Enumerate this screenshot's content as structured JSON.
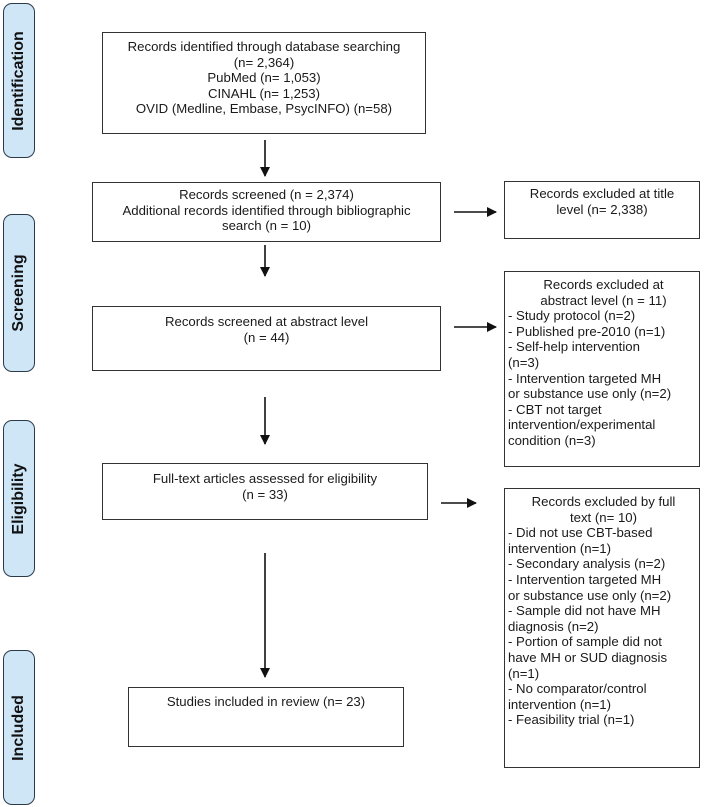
{
  "phases": {
    "identification": "Identification",
    "screening": "Screening",
    "eligibility": "Eligibility",
    "included": "Included"
  },
  "identification_box": {
    "lines": [
      "Records identified through database searching",
      "(n= 2,364)",
      "PubMed (n= 1,053)",
      "CINAHL (n= 1,253)",
      "OVID (Medline, Embase, PsycINFO) (n=58)"
    ]
  },
  "screened_box": {
    "lines": [
      "Records screened (n = 2,374)",
      "Additional records identified through bibliographic",
      "search (n = 10)"
    ]
  },
  "abstract_box": {
    "lines": [
      "Records screened at abstract level",
      "(n = 44)"
    ]
  },
  "fulltext_box": {
    "lines": [
      "Full-text articles assessed for eligibility",
      "(n = 33)"
    ]
  },
  "included_box": {
    "lines": [
      "Studies included in review (n= 23)"
    ]
  },
  "excluded_title_box": {
    "lines": [
      "Records excluded at title",
      "level (n= 2,338)"
    ]
  },
  "excluded_abstract_box": {
    "head": [
      "Records excluded at",
      "abstract level (n = 11)"
    ],
    "items": [
      "- Study protocol (n=2)",
      "- Published pre-2010 (n=1)",
      "- Self-help intervention",
      "(n=3)",
      "- Intervention targeted MH",
      "or substance use only (n=2)",
      "- CBT not target",
      "intervention/experimental",
      "condition (n=3)"
    ]
  },
  "excluded_fulltext_box": {
    "head": [
      "Records excluded by full",
      "text (n= 10)"
    ],
    "items": [
      "- Did not use CBT-based",
      "intervention (n=1)",
      "- Secondary analysis (n=2)",
      "- Intervention targeted MH",
      "or substance use only (n=2)",
      "- Sample did not have MH",
      "diagnosis (n=2)",
      "- Portion of sample did not",
      "have MH or SUD diagnosis",
      "(n=1)",
      "- No comparator/control",
      "intervention (n=1)",
      "- Feasibility trial (n=1)"
    ]
  }
}
